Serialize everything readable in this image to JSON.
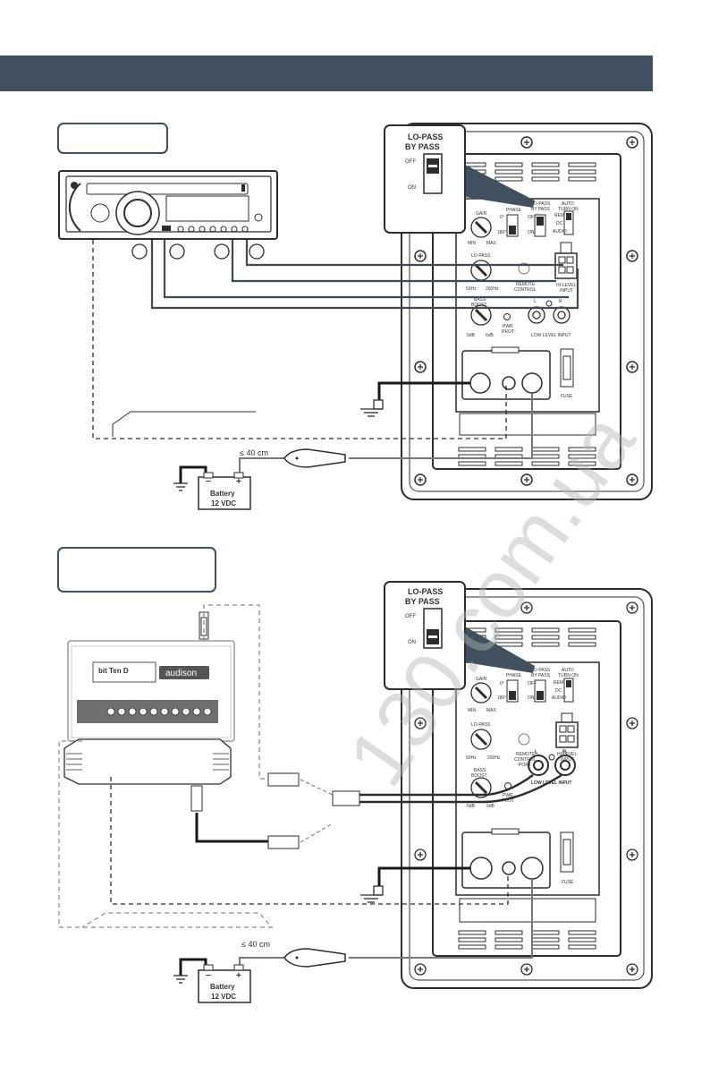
{
  "header": {
    "title": ""
  },
  "panel": {
    "lopass_title_line1": "LO-PASS",
    "lopass_title_line2": "BY PASS",
    "off": "OFF",
    "on": "ON",
    "gain": "GAIN",
    "min": "MIN",
    "max": "MAX",
    "phase": "PHASE",
    "phase_0": "0°",
    "phase_180": "180°",
    "lopass_bypass_l1": "LO-PASS",
    "lopass_bypass_l2": "BY PASS",
    "auto_turn_on_l1": "AUTO",
    "auto_turn_on_l2": "TURN ON",
    "rem": "REM",
    "dc": "DC",
    "audio": "AUDIO",
    "lopass": "LO-PASS",
    "hz50": "50Hz",
    "hz200": "200Hz",
    "remote_control_l1": "REMOTE",
    "remote_control_l2": "CONTROL",
    "port": "PORT",
    "hi_level_l1": "HI-LEVEL",
    "hi_level_l2": "INPUT",
    "bass_l1": "BASS",
    "bass_l2": "BOOST",
    "db0": "0dB",
    "db6": "6dB",
    "pwr_l1": "PWR",
    "pwr_l2": "PROT",
    "low_level_input": "LOW LEVEL INPUT",
    "L": "L",
    "R": "R",
    "fuse": "FUSE"
  },
  "battery": {
    "line1": "Battery",
    "line2": "12 VDC",
    "distance": "≤ 40 cm",
    "minus": "−",
    "plus": "+"
  },
  "processor": {
    "brand": "audison",
    "model": "bit Ten D"
  },
  "watermark": "130.com.ua",
  "colors": {
    "header": "#40505e",
    "line": "#2d2d2d",
    "wire_blue": "#3b4a57",
    "grey": "#8a8a8a"
  }
}
